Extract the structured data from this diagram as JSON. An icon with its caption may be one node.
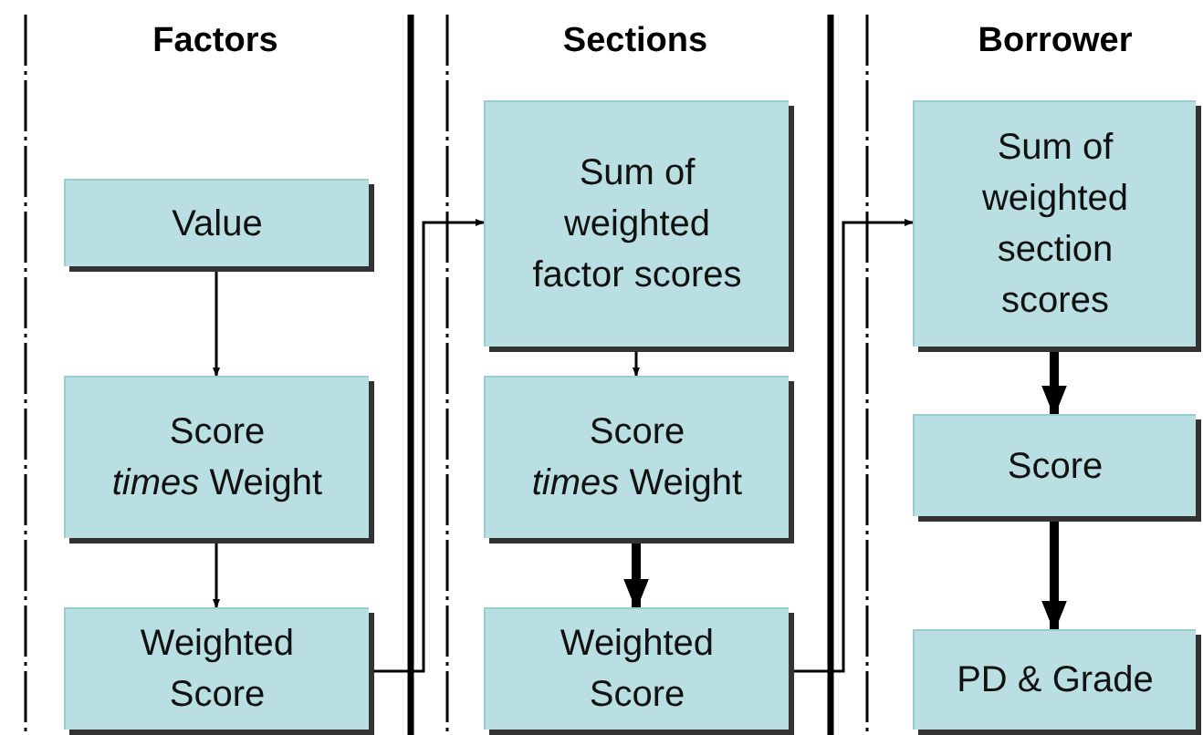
{
  "diagram": {
    "nodes": [
      {
        "text": [
          "Value"
        ]
      },
      {
        "text": [
          "Score",
          "*times* Weight"
        ]
      },
      {
        "text": [
          "Weighted Score"
        ]
      },
      {
        "text": [
          "Sum of weighted factor scores"
        ]
      },
      {
        "text": [
          "Score",
          "*times* Weight"
        ]
      },
      {
        "text": [
          "Weighted Score"
        ]
      },
      {
        "text": [
          "Sum of weighted section scores"
        ]
      },
      {
        "text": [
          "Score"
        ]
      },
      {
        "text": [
          "PD & Grade"
        ]
      }
    ],
    "edges": [
      {
        "from": 0,
        "to": 1,
        "arrow": "to"
      },
      {
        "from": 1,
        "to": 2,
        "arrow": "to"
      },
      {
        "from": 2,
        "to": 3,
        "arrow": "to"
      },
      {
        "from": 3,
        "to": 4,
        "arrow": "to"
      },
      {
        "from": 4,
        "to": 5,
        "arrow": "to",
        "style": "thick"
      },
      {
        "from": 5,
        "to": 6,
        "arrow": "to"
      },
      {
        "from": 6,
        "to": 7,
        "arrow": "to",
        "style": "thick"
      },
      {
        "from": 7,
        "to": 8,
        "arrow": "to",
        "style": "thick"
      }
    ],
    "labels": [
      "Factors",
      "Sections",
      "Borrower"
    ]
  }
}
